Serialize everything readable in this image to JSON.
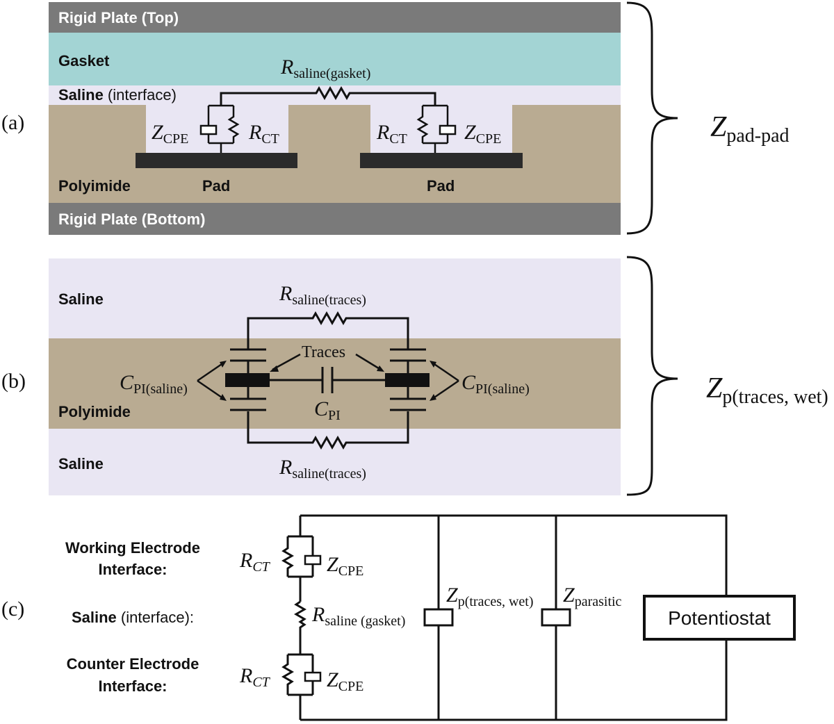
{
  "panel_a": {
    "panel_label": "(a)",
    "rigid_top": "Rigid Plate (Top)",
    "gasket": "Gasket",
    "saline_bold": "Saline",
    "saline_rest": " (interface)",
    "polyimide": "Polyimide",
    "pad_left": "Pad",
    "pad_right": "Pad",
    "rigid_bottom": "Rigid Plate (Bottom)",
    "r_saline_main": "R",
    "r_saline_sub": "saline(gasket)",
    "z_cpe_main": "Z",
    "z_cpe_sub": "CPE",
    "r_ct_main": "R",
    "r_ct_sub": "CT",
    "brace_main": "Z",
    "brace_sub": "pad-pad"
  },
  "panel_b": {
    "panel_label": "(b)",
    "saline_top": "Saline",
    "polyimide": "Polyimide",
    "saline_bottom": "Saline",
    "r_main": "R",
    "r_sub": "saline(traces)",
    "traces": "Traces",
    "c_pi_saline_main": "C",
    "c_pi_saline_sub": "PI(saline)",
    "c_pi_main": "C",
    "c_pi_sub": "PI",
    "brace_main": "Z",
    "brace_sub": "p(traces, wet)"
  },
  "panel_c": {
    "panel_label": "(c)",
    "we_line1": "Working Electrode",
    "we_line2": "Interface:",
    "saline_bold": "Saline",
    "saline_rest": " (interface):",
    "ce_line1": "Counter Electrode",
    "ce_line2": "Interface:",
    "r_ct_main": "R",
    "r_ct_sub": "CT",
    "z_cpe_main": "Z",
    "z_cpe_sub": "CPE",
    "r_saline_main": "R",
    "r_saline_sub": "saline (gasket)",
    "zp_main": "Z",
    "zp_sub": "p(traces, wet)",
    "zpar_main": "Z",
    "zpar_sub": "parasitic",
    "potentiostat": "Potentiostat"
  },
  "colors": {
    "rigid_plate": "#7a7a7a",
    "gasket": "#a3d4d4",
    "saline": "#e9e6f3",
    "polyimide": "#b9ab92",
    "pad": "#2b2b2b"
  }
}
